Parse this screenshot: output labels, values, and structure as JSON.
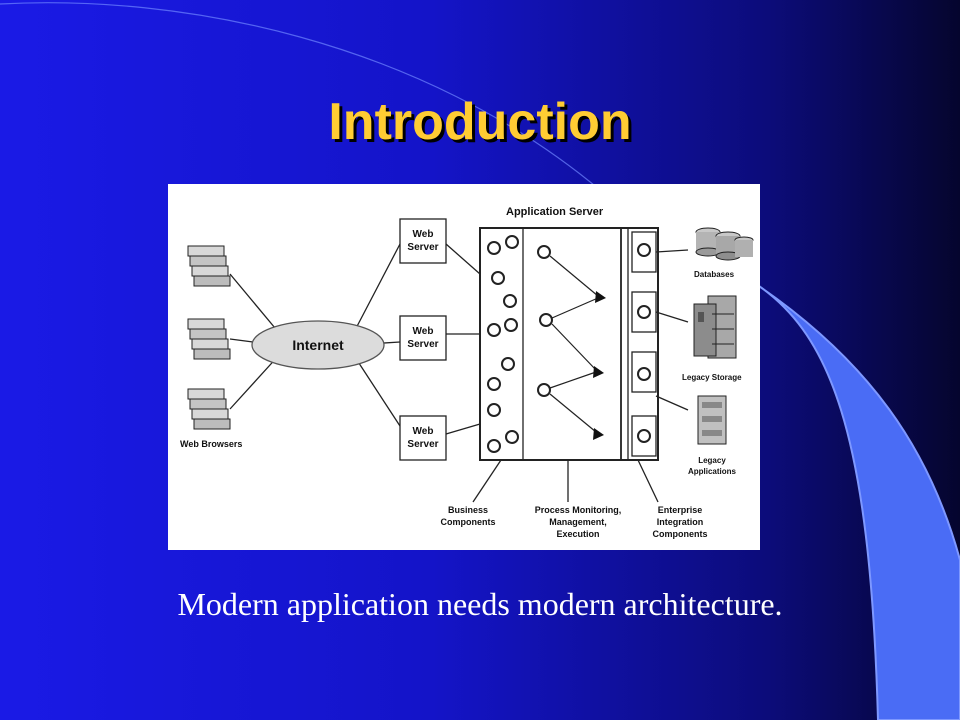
{
  "slide": {
    "title": "Introduction",
    "caption": "Modern application needs modern architecture."
  },
  "diagram": {
    "app_server_label": "Application Server",
    "internet_label": "Internet",
    "web_server_label_1": "Web",
    "web_server_label_2": "Server",
    "web_browsers_label": "Web Browsers",
    "databases_label": "Databases",
    "legacy_storage_label": "Legacy Storage",
    "legacy_applications_label_1": "Legacy",
    "legacy_applications_label_2": "Applications",
    "business_components_label_1": "Business",
    "business_components_label_2": "Components",
    "process_label_1": "Process Monitoring,",
    "process_label_2": "Management,",
    "process_label_3": "Execution",
    "enterprise_label_1": "Enterprise",
    "enterprise_label_2": "Integration",
    "enterprise_label_3": "Components"
  },
  "colors": {
    "title": "#ffcc33",
    "background": "#1414c8",
    "accent_shape": "#4a6cf5"
  }
}
